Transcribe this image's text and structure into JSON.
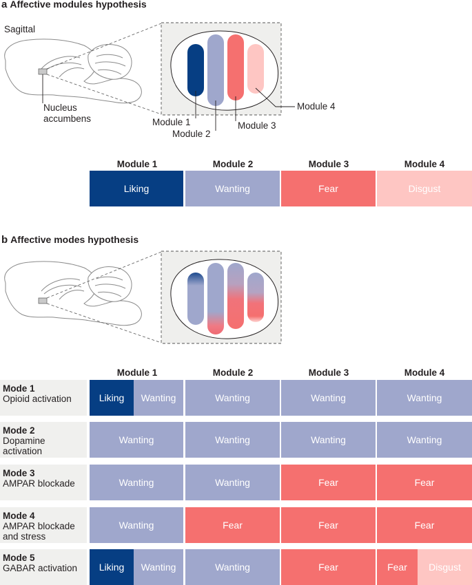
{
  "panel_a": {
    "letter": "a",
    "title": "Affective modules hypothesis",
    "view_label": "Sagittal",
    "region_label_line1": "Nucleus",
    "region_label_line2": "accumbens",
    "callouts": [
      "Module 1",
      "Module 2",
      "Module 3",
      "Module 4"
    ],
    "column_headers": [
      "Module 1",
      "Module 2",
      "Module 3",
      "Module 4"
    ],
    "cells": [
      "Liking",
      "Wanting",
      "Fear",
      "Disgust"
    ]
  },
  "panel_b": {
    "letter": "b",
    "title": "Affective modes hypothesis",
    "column_headers": [
      "Module 1",
      "Module 2",
      "Module 3",
      "Module 4"
    ],
    "rows": [
      {
        "mode": "Mode 1",
        "desc_line1": "Opioid activation",
        "desc_line2": "",
        "cells": [
          "Liking",
          "Wanting",
          "Wanting",
          "Wanting",
          "Wanting"
        ]
      },
      {
        "mode": "Mode 2",
        "desc_line1": "Dopamine",
        "desc_line2": "activation",
        "cells": [
          "Wanting",
          "Wanting",
          "Wanting",
          "Wanting"
        ]
      },
      {
        "mode": "Mode 3",
        "desc_line1": "AMPAR blockade",
        "desc_line2": "",
        "cells": [
          "Wanting",
          "Wanting",
          "Fear",
          "Fear"
        ]
      },
      {
        "mode": "Mode 4",
        "desc_line1": "AMPAR blockade",
        "desc_line2": "and stress",
        "cells": [
          "Wanting",
          "Fear",
          "Fear",
          "Fear"
        ]
      },
      {
        "mode": "Mode 5",
        "desc_line1": "GABAR activation",
        "desc_line2": "",
        "cells": [
          "Liking",
          "Wanting",
          "Wanting",
          "Fear",
          "Fear",
          "Disgust"
        ]
      }
    ]
  },
  "colors": {
    "liking": "#063e83",
    "wanting": "#9fa7cc",
    "fear": "#f5706f",
    "disgust": "#fec6c3",
    "inset_bg": "#efefed"
  }
}
